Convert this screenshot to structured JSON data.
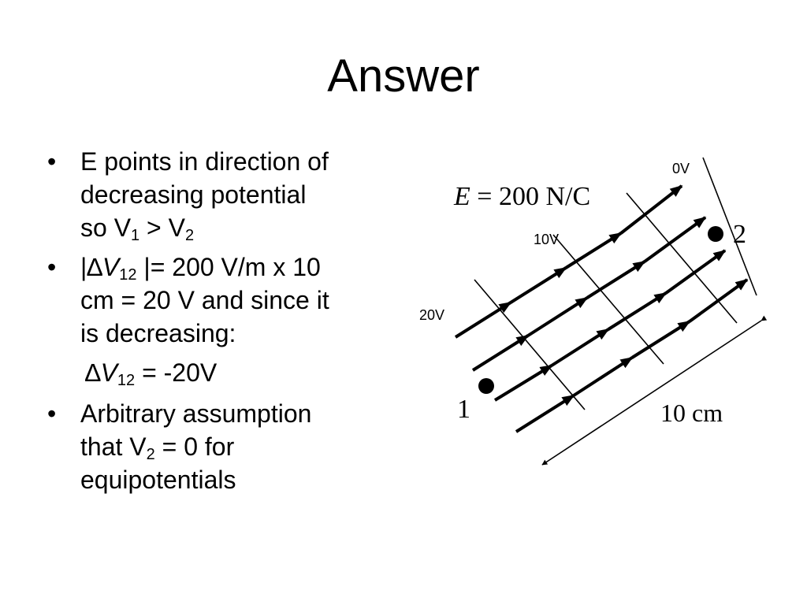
{
  "slide": {
    "title": "Answer"
  },
  "bullets": {
    "b1": {
      "bullet": "•",
      "line1": "E points in direction of",
      "line2": "decreasing potential",
      "so_v": "so V",
      "sub1": "1",
      "gt_v": " > V",
      "sub2": "2"
    },
    "b2": {
      "bullet": "•",
      "bar_open": "|",
      "delta": "∆",
      "v": "V",
      "sub": "12",
      "rest1": " |= 200 V/m x 10",
      "line2": "cm = 20 V and since it",
      "line3": "is decreasing:"
    },
    "eq": {
      "delta": "∆",
      "v": "V",
      "sub": "12",
      "rest": " = -20V"
    },
    "b3": {
      "bullet": "•",
      "line1": "Arbitrary assumption",
      "that_v": "that V",
      "sub": "2",
      "rest": " = 0 for",
      "line3": "equipotentials"
    }
  },
  "diagram": {
    "field_label": {
      "e": "E",
      "rest": " = 200 N/C"
    },
    "equipotential_labels": [
      "0V",
      "10V",
      "20V"
    ],
    "point_labels": [
      "1",
      "2"
    ],
    "distance_label": "10 cm"
  }
}
